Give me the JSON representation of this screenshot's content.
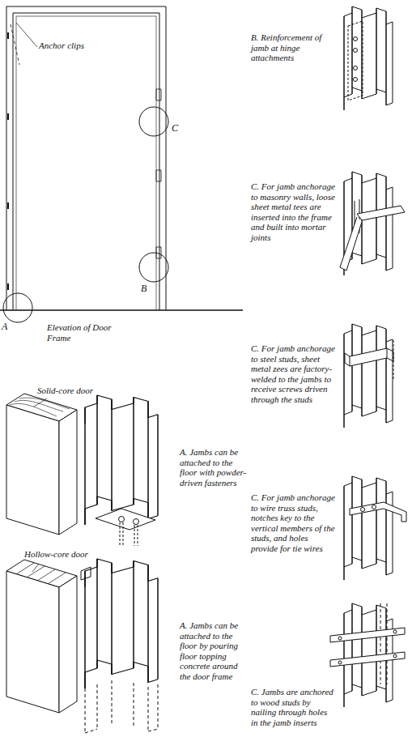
{
  "diagram": {
    "labels": [
      "Anchor clips",
      "A",
      "B",
      "C",
      "Elevation of Door Frame",
      "B. Reinforcement of jamb at hinge attachments",
      "C. For jamb anchorage to masonry walls, loose sheet metal tees are inserted into the frame and built into mortar joints",
      "C. For jamb anchorage to steel studs, sheet metal zees are factory-welded to the jambs to receive screws driven through the studs",
      "Solid-core door",
      "A. Jambs can be attached to the floor with powder-driven fasteners",
      "C. For jamb anchorage to wire truss studs, notches key to the vertical members of the studs, and holes provide for tie wires",
      "Hollow-core door",
      "A. Jambs can be attached to the floor by pouring floor topping concrete around the door frame",
      "C. Jambs are anchored to wood studs by nailing through holes in the jamb inserts"
    ]
  }
}
